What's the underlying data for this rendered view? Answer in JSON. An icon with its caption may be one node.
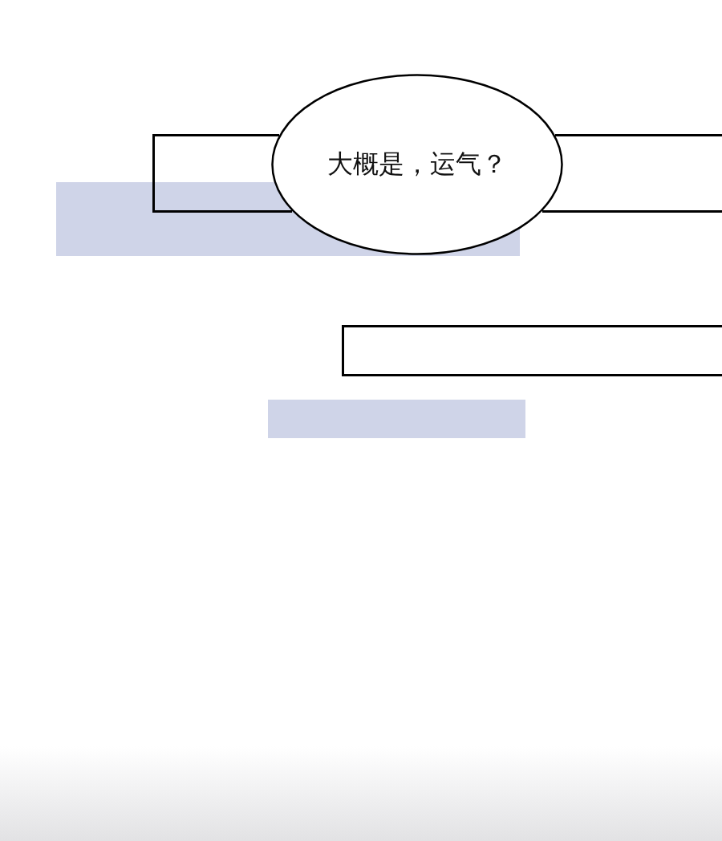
{
  "diagram": {
    "nodes": [
      {
        "text": [
          "大概是，运气？"
        ]
      },
      {
        "text": [],
        "shape": "box"
      },
      {
        "text": [],
        "shape": "box"
      },
      {
        "text": [],
        "shape": "bar"
      },
      {
        "text": [],
        "shape": "box"
      },
      {
        "text": [],
        "shape": "bar"
      },
      {
        "text": [],
        "shape": "band"
      }
    ]
  }
}
